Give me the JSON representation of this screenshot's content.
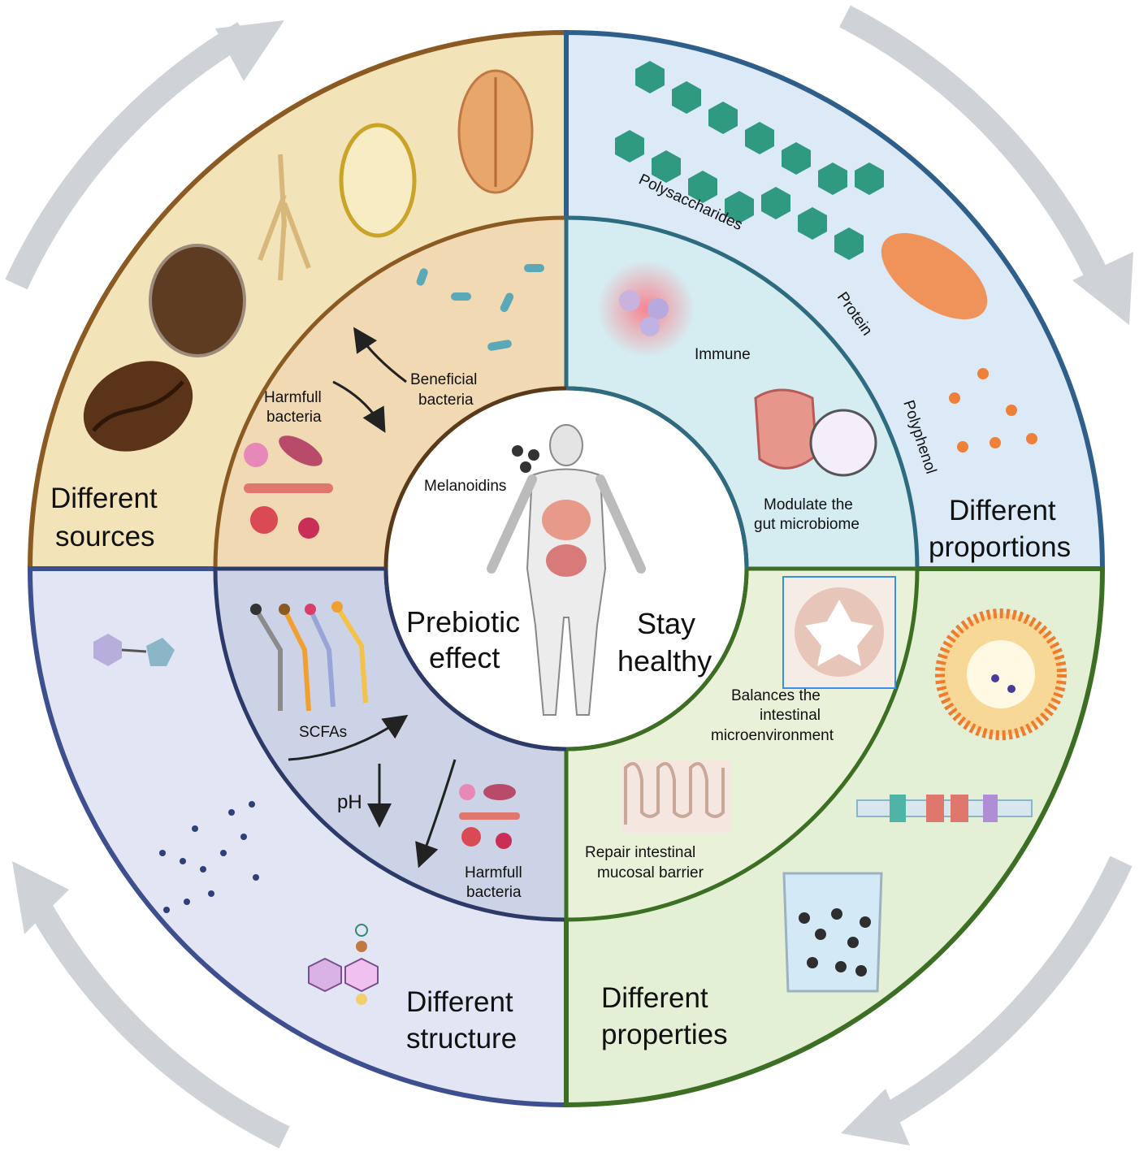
{
  "outer_ring": {
    "top_left": [
      "Different",
      "sources"
    ],
    "top_right": [
      "Different",
      "proportions"
    ],
    "bottom_left": [
      "Different",
      "structure"
    ],
    "bottom_right": [
      "Different",
      "properties"
    ],
    "components": {
      "polysaccharides": "Polysaccharides",
      "protein": "Protein",
      "polyphenol": "Polyphenol"
    }
  },
  "middle_ring": {
    "top_left": {
      "harmful": [
        "Harmfull",
        "bacteria"
      ],
      "beneficial": [
        "Beneficial",
        "bacteria"
      ]
    },
    "top_right": {
      "immune": "Immune",
      "gut": [
        "Modulate the",
        "gut microbiome"
      ]
    },
    "bottom_left": {
      "scfas": "SCFAs",
      "ph": "pH",
      "harmful": [
        "Harmfull",
        "bacteria"
      ]
    },
    "bottom_right": {
      "balances": [
        "Balances the",
        "intestinal",
        "microenvironment"
      ],
      "repair": [
        "Repair intestinal",
        "mucosal barrier"
      ]
    }
  },
  "center": {
    "melanoidins": "Melanoidins",
    "left": [
      "Prebiotic",
      "effect"
    ],
    "right": [
      "Stay",
      "healthy"
    ]
  },
  "colors": {
    "sources_fill": "#f3e3b8",
    "sources_border": "#8b5a22",
    "proportions_fill": "#dce9f6",
    "proportions_border": "#2e5e8a",
    "structure_fill": "#e2e6f4",
    "structure_border": "#3e4f8f",
    "properties_fill": "#e3f0d5",
    "properties_border": "#3c6e24",
    "arrow_gray": "#cfd2d6"
  }
}
